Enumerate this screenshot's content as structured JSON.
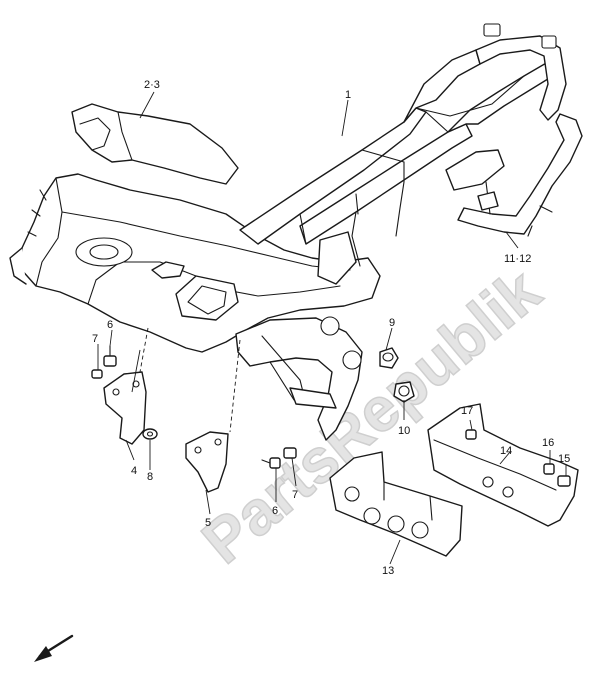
{
  "watermark": "PartsRepublik",
  "callouts": {
    "frame": "1",
    "frame_cover": "2·3",
    "bracket_left": "4",
    "bracket_right": "5",
    "bolt_left": "6",
    "bolt_right": "6",
    "bolt_small_left": "7",
    "bolt_small_right": "7",
    "washer": "8",
    "cushion_upper": "9",
    "cushion_lower": "10",
    "side_frame": "11·12",
    "guard_front": "13",
    "guard_rear": "14",
    "nut_a": "15",
    "bolt_b": "16",
    "bolt_c": "17"
  },
  "colors": {
    "line": "#1a1a1a",
    "watermark": "#e4e4e4",
    "background": "#ffffff"
  }
}
